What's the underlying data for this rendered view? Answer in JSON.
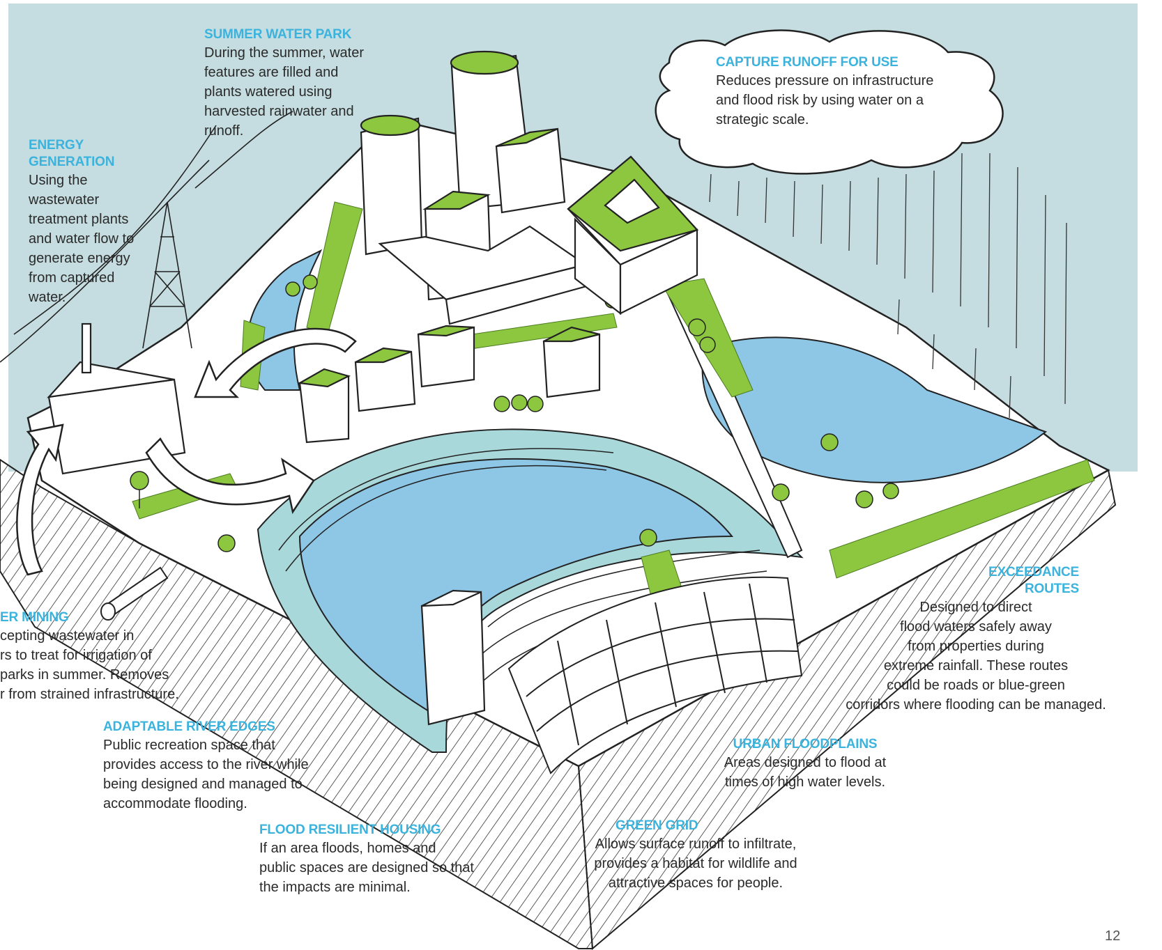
{
  "annotations": {
    "summer_water_park": {
      "heading": "SUMMER WATER PARK",
      "body": "During the summer, water\nfeatures are filled and\nplants watered using\nharvested rainwater and\nrunoff."
    },
    "energy_generation": {
      "heading": "ENERGY\nGENERATION",
      "body": "Using the\nwastewater\ntreatment plants\nand water flow to\ngenerate energy\nfrom captured\nwater."
    },
    "capture_runoff": {
      "heading": "CAPTURE RUNOFF FOR USE",
      "body": "Reduces pressure on infrastructure\nand flood risk by using water on a\nstrategic scale."
    },
    "sewer_mining": {
      "heading": "ER MINING",
      "body": "cepting wastewater in\nrs to treat for irrigation of\nparks in summer. Removes\nr from strained infrastructure."
    },
    "exceedance_routes": {
      "heading": "EXCEEDANCE\nROUTES",
      "body": "Designed to direct\nflood waters safely away\nfrom properties during\nextreme rainfall.  These routes\ncould be roads or blue-green\ncorridors where flooding can be managed."
    },
    "adaptable_river_edges": {
      "heading": "ADAPTABLE RIVER EDGES",
      "body": "Public recreation space that\nprovides access to the river while\nbeing designed and managed to\naccommodate flooding."
    },
    "urban_floodplains": {
      "heading": "URBAN FLOODPLAINS",
      "body": "Areas designed to flood at\ntimes of high water levels."
    },
    "flood_resilient_housing": {
      "heading": "FLOOD RESILIENT HOUSING",
      "body": "If an area floods, homes and\npublic spaces  are designed so that\nthe impacts are minimal."
    },
    "green_grid": {
      "heading": "GREEN GRID",
      "body": "Allows surface runoff to infiltrate,\nprovides a habitat for wildlife and\nattractive spaces for people."
    }
  },
  "page_number": "12",
  "colors": {
    "sky": "#c5dde0",
    "water": "#8ec6e6",
    "water_edge": "#a9d8da",
    "green": "#8dc63f",
    "heading": "#3bb3dd",
    "ink": "#1e1e1e"
  }
}
